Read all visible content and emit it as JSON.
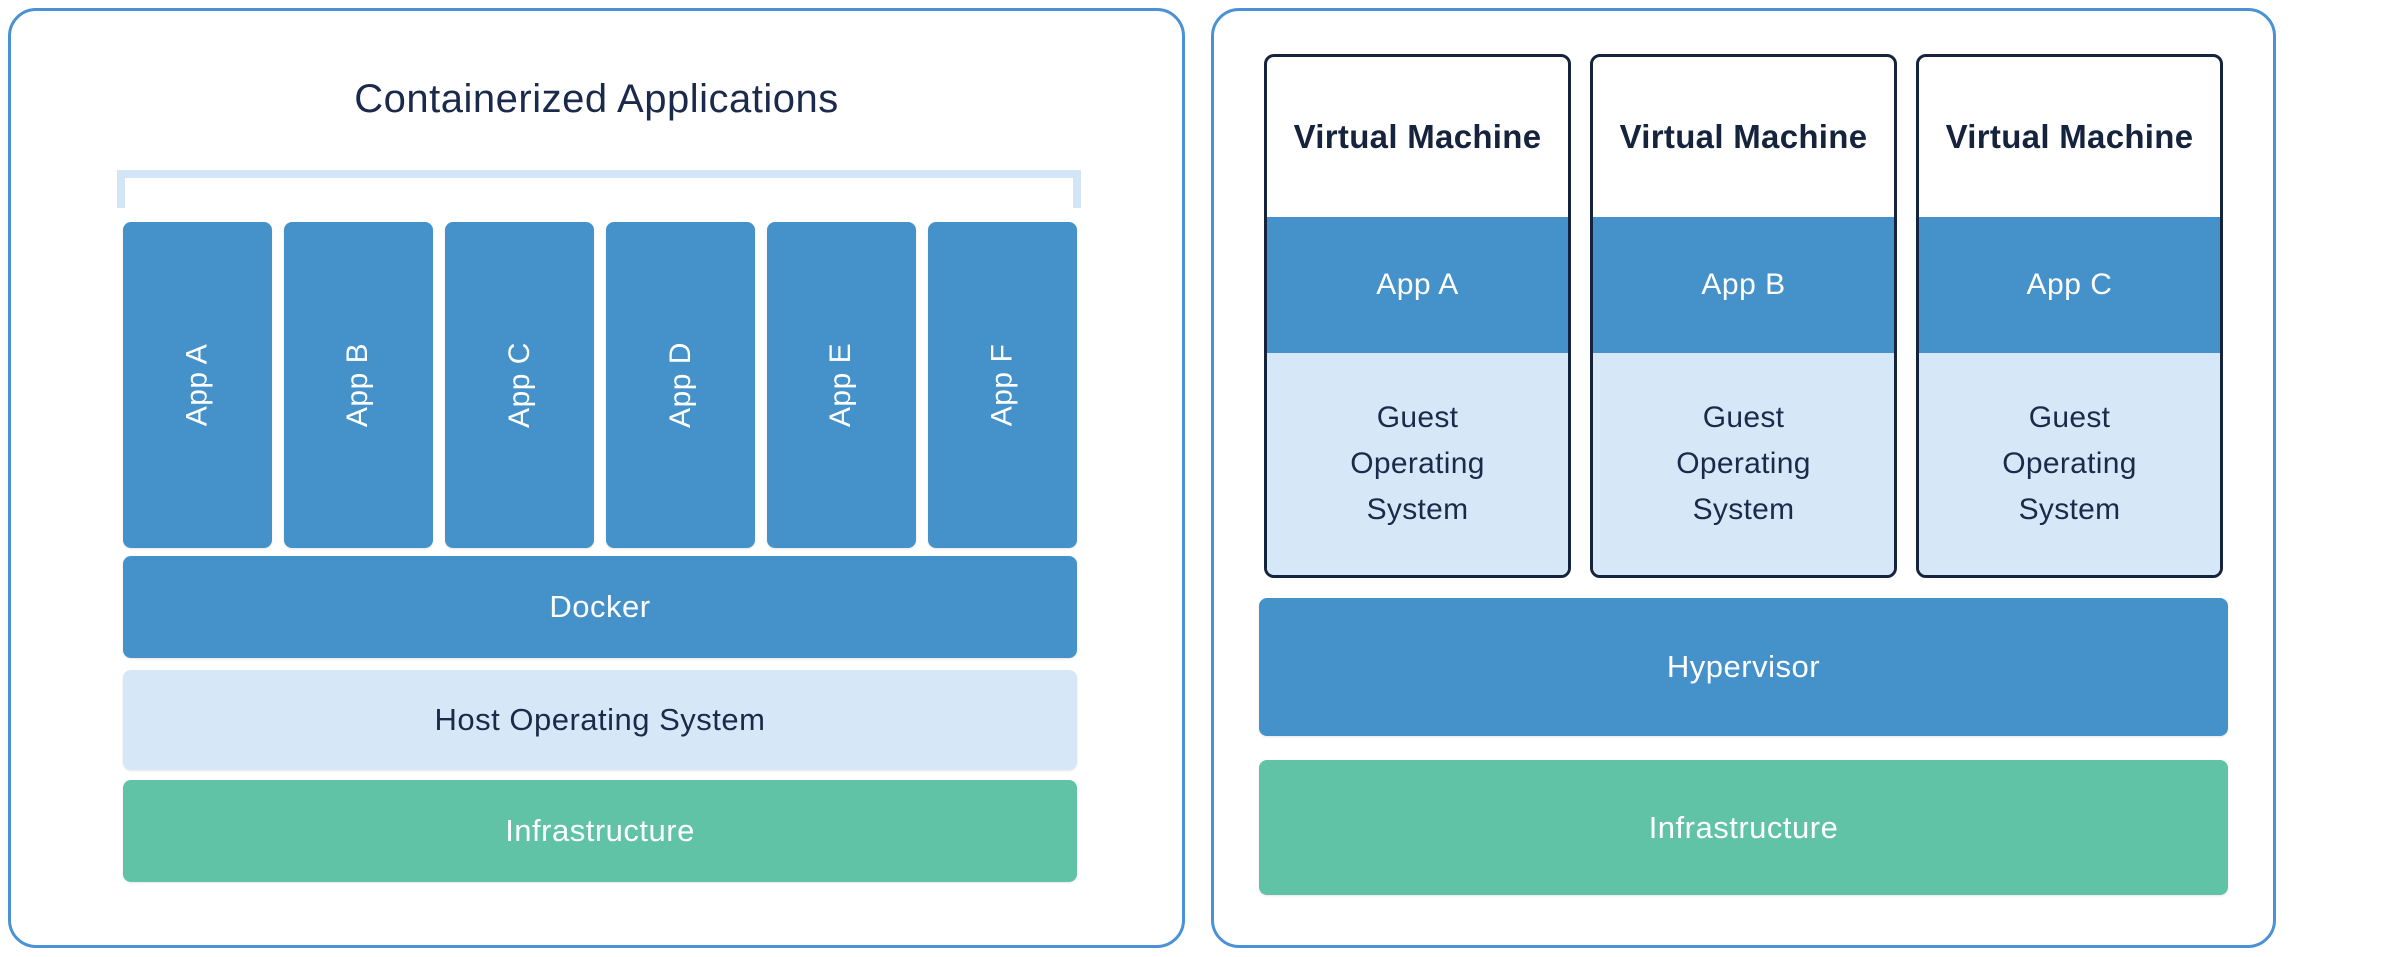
{
  "colors": {
    "panel_border": "#4a91d6",
    "card_border": "#16233d",
    "navy_text": "#1b2a4a",
    "blue_fill": "#4592cb",
    "light_blue_fill": "#d6e8f8",
    "green_fill": "#61c3a5",
    "bracket": "#d2e6f8",
    "white_text": "#ffffff"
  },
  "left_panel": {
    "title": "Containerized Applications",
    "apps": [
      "App A",
      "App B",
      "App C",
      "App D",
      "App E",
      "App F"
    ],
    "layers": {
      "docker": "Docker",
      "host_os": "Host Operating System",
      "infrastructure": "Infrastructure"
    }
  },
  "right_panel": {
    "vms": [
      {
        "title": "Virtual Machine",
        "app": "App A",
        "os_lines": [
          "Guest",
          "Operating",
          "System"
        ]
      },
      {
        "title": "Virtual Machine",
        "app": "App B",
        "os_lines": [
          "Guest",
          "Operating",
          "System"
        ]
      },
      {
        "title": "Virtual Machine",
        "app": "App C",
        "os_lines": [
          "Guest",
          "Operating",
          "System"
        ]
      }
    ],
    "layers": {
      "hypervisor": "Hypervisor",
      "infrastructure": "Infrastructure"
    }
  }
}
